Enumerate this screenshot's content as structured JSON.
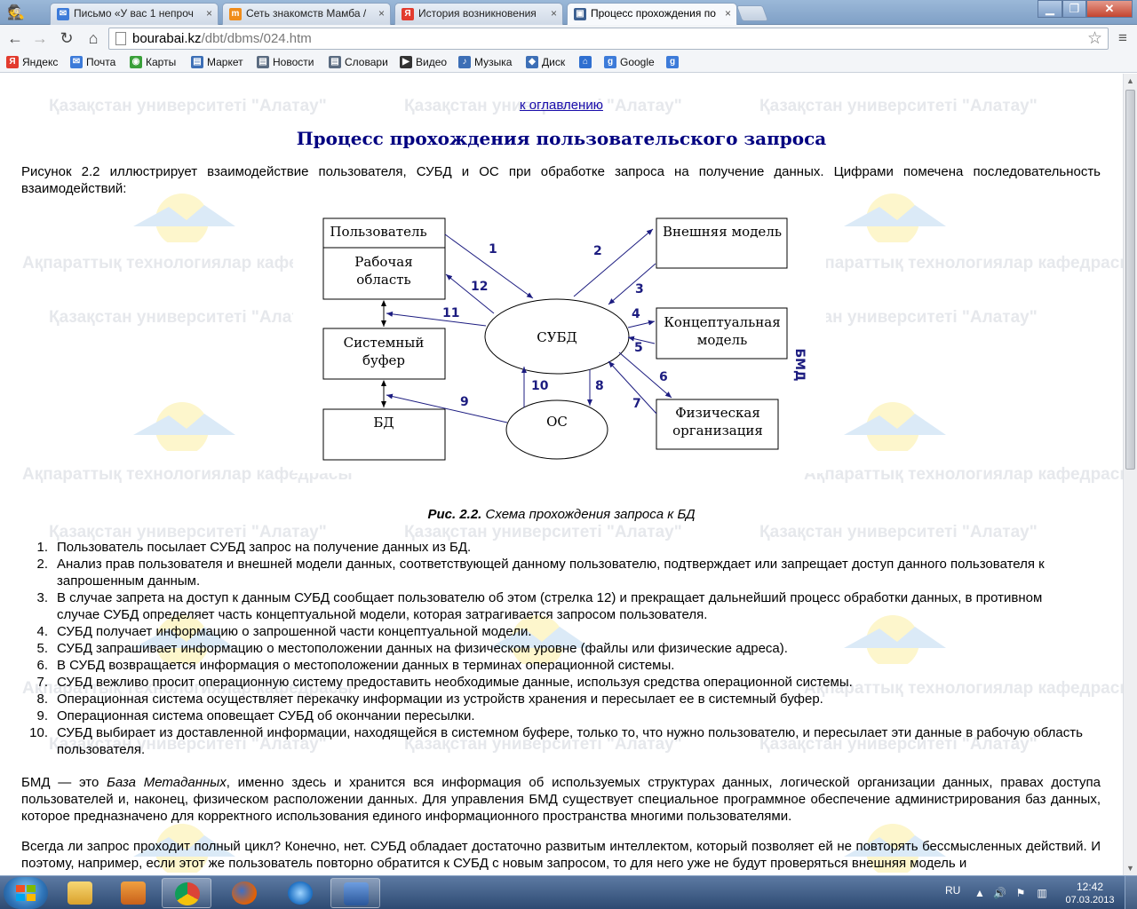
{
  "browser": {
    "tabs": [
      {
        "label": "Письмо «У вас 1 непроч",
        "fav_color": "#3d7bd9",
        "fav_glyph": "✉"
      },
      {
        "label": "Сеть знакомств Мамба /",
        "fav_color": "#f08c1a",
        "fav_glyph": "m"
      },
      {
        "label": "История возникновения",
        "fav_color": "#e23b2e",
        "fav_glyph": "Я"
      },
      {
        "label": "Процесс прохождения по",
        "fav_color": "#3b5f91",
        "fav_glyph": "▣"
      }
    ],
    "url_host": "bourabai.kz",
    "url_path": "/dbt/dbms/024.htm",
    "bookmarks": [
      {
        "label": "Яндекс",
        "color": "#e23b2e",
        "glyph": "Я"
      },
      {
        "label": "Почта",
        "color": "#3d7bd9",
        "glyph": "✉"
      },
      {
        "label": "Карты",
        "color": "#3aa03a",
        "glyph": "◉"
      },
      {
        "label": "Маркет",
        "color": "#3d6fb6",
        "glyph": "▤"
      },
      {
        "label": "Новости",
        "color": "#5a6b80",
        "glyph": "▤"
      },
      {
        "label": "Словари",
        "color": "#5a6b80",
        "glyph": "▤"
      },
      {
        "label": "Видео",
        "color": "#333333",
        "glyph": "▶"
      },
      {
        "label": "Музыка",
        "color": "#3d6fb6",
        "glyph": "♪"
      },
      {
        "label": "Диск",
        "color": "#3d6fb6",
        "glyph": "◆"
      },
      {
        "label": "",
        "color": "#2f6fd0",
        "glyph": "⌂"
      },
      {
        "label": "Google",
        "color": "#3d7bd9",
        "glyph": "g"
      },
      {
        "label": "",
        "color": "#3d7bd9",
        "glyph": "g"
      }
    ]
  },
  "page": {
    "toc_link": "к оглавлению",
    "title": "Процесс прохождения пользовательского запроса",
    "intro": "Рисунок 2.2 иллюстрирует взаимодействие пользователя, СУБД и ОС при обработке запроса на получение данных. Цифрами помечена последовательность взаимодействий:",
    "watermarks": {
      "univ": "Қазақстан университеті \"Алатау\"",
      "dept": "Ақпараттық технологиялар кафедрасы"
    },
    "diagram": {
      "user": "Пользователь",
      "workspace_1": "Рабочая",
      "workspace_2": "область",
      "sysbuf_1": "Системный",
      "sysbuf_2": "буфер",
      "db": "БД",
      "dbms": "СУБД",
      "os": "ОС",
      "external_model": "Внешняя модель",
      "conceptual_1": "Концептуальная",
      "conceptual_2": "модель",
      "physical_1": "Физическая",
      "physical_2": "организация",
      "bmd": "БМД",
      "n1": "1",
      "n2": "2",
      "n3": "3",
      "n4": "4",
      "n5": "5",
      "n6": "6",
      "n7": "7",
      "n8": "8",
      "n9": "9",
      "n10": "10",
      "n11": "11",
      "n12": "12"
    },
    "caption_bold": "Рис. 2.2.",
    "caption_text": " Схема прохождения запроса к БД",
    "steps": [
      "Пользователь посылает СУБД запрос на получение данных из БД.",
      "Анализ прав пользователя и внешней модели данных, соответствующей данному пользователю, подтверждает или запрещает доступ данного пользователя к запрошенным данным.",
      "В случае запрета на доступ к данным СУБД сообщает пользователю об этом (стрелка 12) и прекращает дальнейший процесс обработки данных, в противном случае СУБД определяет часть концептуальной модели, которая затрагивается запросом пользователя.",
      "СУБД получает информацию о запрошенной части концептуальной модели.",
      "СУБД запрашивает информацию о местоположении данных на физическом уровне (файлы или физические адреса).",
      "В СУБД возвращается информация о местоположении данных в терминах операционной системы.",
      "СУБД вежливо просит операционную систему предоставить необходимые данные, используя средства операционной системы.",
      "Операционная система осуществляет перекачку информации из устройств хранения и пересылает ее в системный буфер.",
      "Операционная система оповещает СУБД об окончании пересылки.",
      "СУБД выбирает из доставленной информации, находящейся в системном буфере, только то, что нужно пользователю, и пересылает эти данные в рабочую область пользователя."
    ],
    "bmd_lead": "БМД — это ",
    "bmd_italic": "База Метаданных",
    "bmd_rest": ", именно здесь и хранится вся информация об используемых структурах данных, логической организации данных, правах доступа пользователей и, наконец, физическом расположении данных. Для управления БМД существует специальное программное обеспечение администрирования баз данных, которое предназначено для корректного использования единого информационного пространства многими пользователями.",
    "last_para": "Всегда ли запрос проходит полный цикл? Конечно, нет. СУБД обладает достаточно развитым интеллектом, который позволяет ей не повторять бессмысленных действий. И поэтому, например, если этот же пользователь повторно обратится к СУБД с новым запросом, то для него уже не будут проверяться внешняя модель и"
  },
  "taskbar": {
    "lang": "RU",
    "time": "12:42",
    "date": "07.03.2013"
  }
}
